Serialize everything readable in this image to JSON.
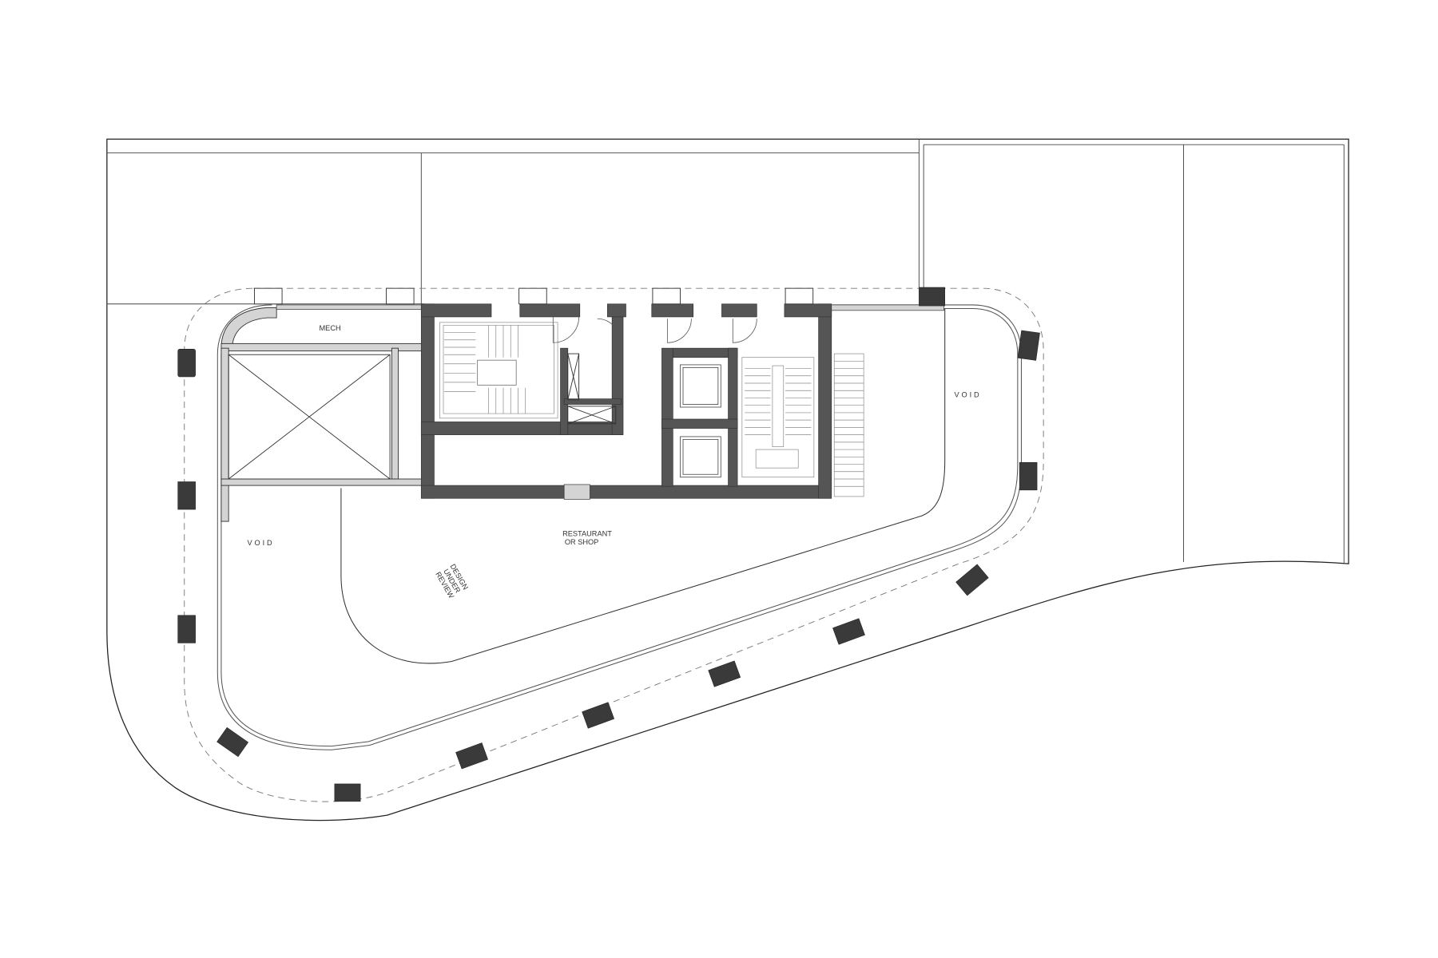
{
  "plan": {
    "rooms": {
      "mech": "MECH",
      "void_right": "VOID",
      "void_left": "VOID",
      "restaurant_line1": "RESTAURANT",
      "restaurant_line2": "OR SHOP",
      "design_line1": "DESIGN",
      "design_line2": "UNDER",
      "design_line3": "REVIEW"
    },
    "colors": {
      "line": "#222222",
      "wall_fill": "#555555",
      "column_fill": "#3a3a3a",
      "light_wall": "#d4d4d4",
      "background": "#ffffff"
    }
  }
}
